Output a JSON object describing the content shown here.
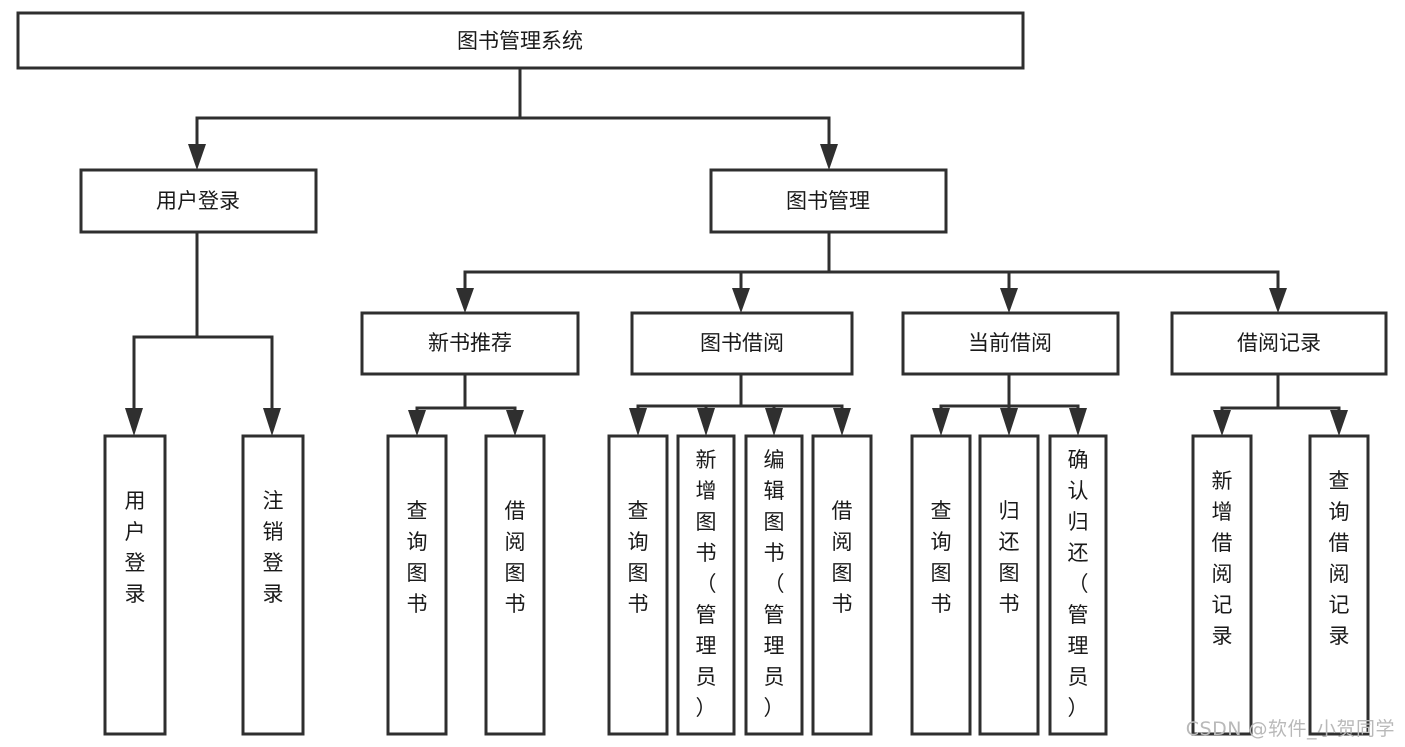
{
  "diagram": {
    "title": "图书管理系统",
    "type": "tree-hierarchy-chart",
    "orientation": "top-down",
    "colors": {
      "box_fill": "#ffffff",
      "box_stroke": "#2f2f2f",
      "text": "#1a1a1a",
      "watermark": "#b9b9b9",
      "background": "#ffffff"
    }
  },
  "watermark": {
    "text": "CSDN @软件_小贺同学"
  },
  "nodes": {
    "root": {
      "label": "图书管理系统",
      "level": 1
    },
    "l2": [
      {
        "id": "user-login",
        "label": "用户登录",
        "level": 2
      },
      {
        "id": "book-manage",
        "label": "图书管理",
        "level": 2
      }
    ],
    "l3": [
      {
        "id": "new-book-recommend",
        "label": "新书推荐",
        "level": 3,
        "parent": "book-manage"
      },
      {
        "id": "book-borrow",
        "label": "图书借阅",
        "level": 3,
        "parent": "book-manage"
      },
      {
        "id": "current-borrow",
        "label": "当前借阅",
        "level": 3,
        "parent": "book-manage"
      },
      {
        "id": "borrow-record",
        "label": "借阅记录",
        "level": 3,
        "parent": "book-manage"
      }
    ],
    "leaves": [
      {
        "id": "leaf-user-login",
        "label": "用户登录",
        "parent": "user-login"
      },
      {
        "id": "leaf-user-logout",
        "label": "注销登录",
        "parent": "user-login"
      },
      {
        "id": "leaf-query-book-rec",
        "label": "查询图书",
        "parent": "new-book-recommend"
      },
      {
        "id": "leaf-borrow-book-rec",
        "label": "借阅图书",
        "parent": "new-book-recommend"
      },
      {
        "id": "leaf-query-book-bor",
        "label": "查询图书",
        "parent": "book-borrow"
      },
      {
        "id": "leaf-add-book-admin",
        "label": "新增图书（管理员）",
        "parent": "book-borrow"
      },
      {
        "id": "leaf-edit-book-admin",
        "label": "编辑图书（管理员）",
        "parent": "book-borrow"
      },
      {
        "id": "leaf-borrow-book-bor",
        "label": "借阅图书",
        "parent": "book-borrow"
      },
      {
        "id": "leaf-query-book-cur",
        "label": "查询图书",
        "parent": "current-borrow"
      },
      {
        "id": "leaf-return-book",
        "label": "归还图书",
        "parent": "current-borrow"
      },
      {
        "id": "leaf-confirm-return-admin",
        "label": "确认归还（管理员）",
        "parent": "current-borrow"
      },
      {
        "id": "leaf-add-borrow-record",
        "label": "新增借阅记录",
        "parent": "borrow-record"
      },
      {
        "id": "leaf-query-borrow-record",
        "label": "查询借阅记录",
        "parent": "borrow-record"
      }
    ]
  }
}
